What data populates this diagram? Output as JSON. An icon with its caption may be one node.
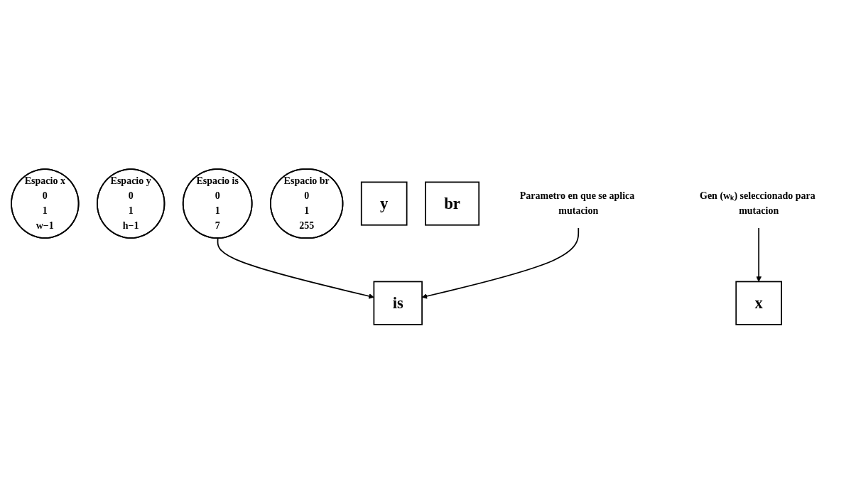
{
  "diagram": {
    "nodes": [
      {
        "text": [
          "Espacio x",
          "0",
          "1",
          "w−1"
        ]
      },
      {
        "text": [
          "Espacio y",
          "0",
          "1",
          "h−1"
        ]
      },
      {
        "text": [
          "Espacio is",
          "0",
          "1",
          "7"
        ]
      },
      {
        "text": [
          "Espacio br",
          "0",
          "1",
          "255"
        ]
      },
      {
        "text": [
          "x"
        ]
      },
      {
        "text": [
          "y"
        ]
      },
      {
        "text": [
          "is"
        ]
      },
      {
        "text": [
          "br"
        ]
      },
      {
        "text": [
          "Gen (wₖ) seleccionado para mutacion"
        ]
      },
      {
        "text": [
          "Parametro en que se aplica mutacion"
        ]
      }
    ],
    "edges": [
      {
        "from": 2,
        "to": 6,
        "arrow": "to"
      },
      {
        "from": 8,
        "to": 4,
        "arrow": "to"
      },
      {
        "from": 9,
        "to": 6,
        "arrow": "to"
      }
    ]
  }
}
